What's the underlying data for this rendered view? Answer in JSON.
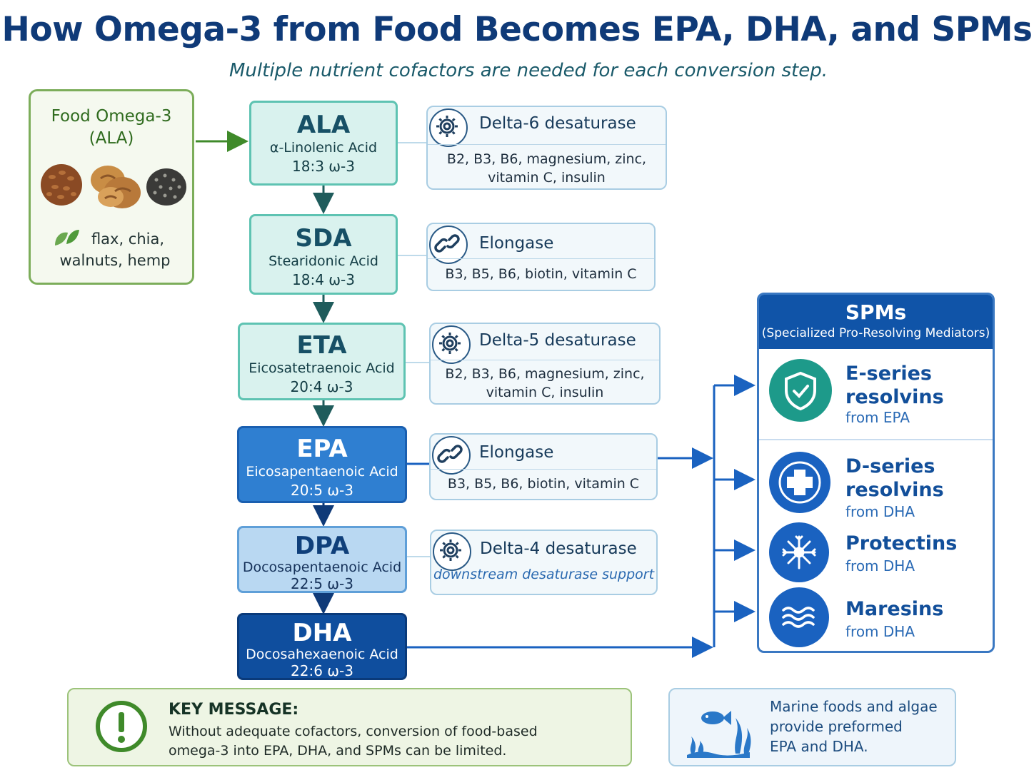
{
  "title": "How Omega-3 from Food Becomes EPA, DHA, and SPMs",
  "subtitle": "Multiple nutrient cofactors are needed for each conversion step.",
  "food": {
    "title_line1": "Food Omega-3",
    "title_line2": "(ALA)",
    "items_line1": "flax, chia,",
    "items_line2": "walnuts, hemp"
  },
  "steps": [
    {
      "abbr": "ALA",
      "name": "α-Linolenic Acid",
      "code": "18:3 ω-3"
    },
    {
      "abbr": "SDA",
      "name": "Stearidonic Acid",
      "code": "18:4 ω-3"
    },
    {
      "abbr": "ETA",
      "name": "Eicosatetraenoic Acid",
      "code": "20:4 ω-3"
    },
    {
      "abbr": "EPA",
      "name": "Eicosapentaenoic Acid",
      "code": "20:5 ω-3"
    },
    {
      "abbr": "DPA",
      "name": "Docosapentaenoic Acid",
      "code": "22:5 ω-3"
    },
    {
      "abbr": "DHA",
      "name": "Docosahexaenoic Acid",
      "code": "22:6 ω-3"
    }
  ],
  "enzymes": [
    {
      "name": "Delta-6 desaturase",
      "icon": "gear-icon",
      "cofactors_line1": "B2, B3, B6, magnesium, zinc,",
      "cofactors_line2": "vitamin C, insulin"
    },
    {
      "name": "Elongase",
      "icon": "link-icon",
      "cofactors_line1": "B3, B5, B6, biotin, vitamin C",
      "cofactors_line2": ""
    },
    {
      "name": "Delta-5 desaturase",
      "icon": "gear-icon",
      "cofactors_line1": "B2, B3, B6, magnesium, zinc,",
      "cofactors_line2": "vitamin C, insulin"
    },
    {
      "name": "Elongase",
      "icon": "link-icon",
      "cofactors_line1": "B3, B5, B6, biotin, vitamin C",
      "cofactors_line2": ""
    },
    {
      "name": "Delta-4 desaturase",
      "icon": "gear-icon",
      "cofactors_line1": "downstream desaturase support",
      "cofactors_line2": ""
    }
  ],
  "spm": {
    "title": "SPMs",
    "subtitle": "(Specialized Pro-Resolving Mediators)",
    "items": [
      {
        "name_line1": "E-series",
        "name_line2": "resolvins",
        "source": "from EPA",
        "icon": "shield-check-icon"
      },
      {
        "name_line1": "D-series",
        "name_line2": "resolvins",
        "source": "from DHA",
        "icon": "plus-icon"
      },
      {
        "name_line1": "Protectins",
        "name_line2": "",
        "source": "from DHA",
        "icon": "neuron-icon"
      },
      {
        "name_line1": "Maresins",
        "name_line2": "",
        "source": "from DHA",
        "icon": "waves-icon"
      }
    ]
  },
  "key_message": {
    "title": "KEY MESSAGE:",
    "text_line1": "Without adequate cofactors, conversion of food-based",
    "text_line2": "omega-3 into EPA, DHA, and SPMs can be limited."
  },
  "marine": {
    "line1": "Marine foods and algae",
    "line2": "provide preformed",
    "line3": "EPA and DHA."
  },
  "colors": {
    "title": "#0f3a78",
    "light_step": "#d9f2ee",
    "epa": "#2f7fd1",
    "dpa": "#b9d8f2",
    "dha": "#0f4e9e",
    "spm_header": "#1054a8",
    "green": "#7cad5a"
  }
}
